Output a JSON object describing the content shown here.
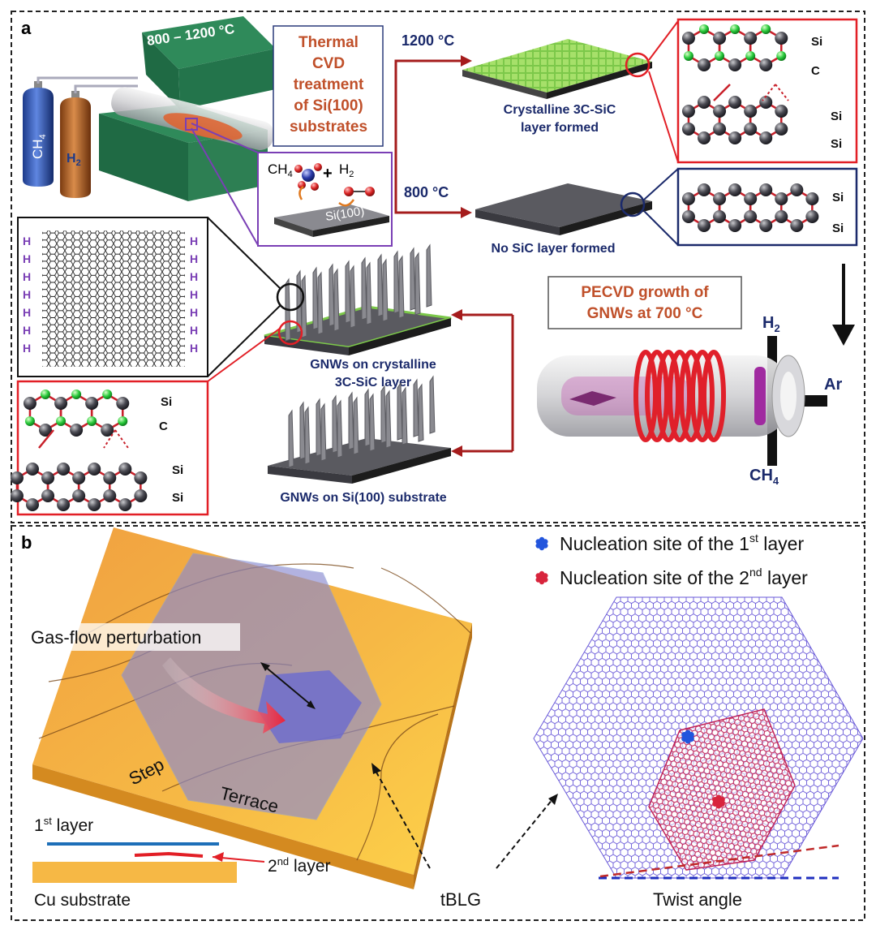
{
  "panel_a": {
    "label": "a",
    "furnace_temp": "800 – 1200 °C",
    "gas1": "CH",
    "gas1_sub": "4",
    "gas2": "H",
    "gas2_sub": "2",
    "thermal_box": [
      "Thermal",
      "CVD",
      "treatment",
      "of Si(100)",
      "substrates"
    ],
    "reaction_ch4": "CH",
    "reaction_ch4_sub": "4",
    "reaction_plus": "+",
    "reaction_h2": "H",
    "reaction_h2_sub": "2",
    "substrate_label": "Si(100)",
    "temp_high": "1200 °C",
    "temp_low": "800 °C",
    "crystalline_caption": [
      "Crystalline 3C-SiC",
      "layer formed"
    ],
    "no_sic_caption": "No SiC layer formed",
    "atom_si": "Si",
    "atom_c": "C",
    "pecvd_box": [
      "PECVD growth of",
      "GNWs at 700 °C"
    ],
    "pecvd_h2": "H",
    "pecvd_h2_sub": "2",
    "pecvd_ch4": "CH",
    "pecvd_ch4_sub": "4",
    "pecvd_ar": "Ar",
    "gnw_sic_caption": [
      "GNWs on crystalline",
      "3C-SiC layer"
    ],
    "gnw_si_caption": "GNWs on Si(100) substrate",
    "hydrogen": "H",
    "carbon": "C"
  },
  "panel_b": {
    "label": "b",
    "legend": [
      {
        "pre": "Nucleation site of the 1",
        "sup": "st",
        "post": " layer",
        "color": "#2255dd"
      },
      {
        "pre": "Nucleation site of the 2",
        "sup": "nd",
        "post": " layer",
        "color": "#d8243c"
      }
    ],
    "gas_flow": "Gas-flow perturbation",
    "step": "Step",
    "terrace": "Terrace",
    "layer1_pre": "1",
    "layer1_sup": "st",
    "layer1_post": " layer",
    "layer2_pre": "2",
    "layer2_sup": "nd",
    "layer2_post": " layer",
    "cu_substrate": "Cu substrate",
    "tblg": "tBLG",
    "twist_angle": "Twist angle"
  },
  "colors": {
    "dark_red": "#a51c1c",
    "navy": "#1b2a6b",
    "red_box": "#e21f26",
    "purple_box": "#7a3fb5",
    "copper": "#f2a93b",
    "graphene_blue": "#5a5ad0",
    "graphene_red": "#c0245a"
  }
}
